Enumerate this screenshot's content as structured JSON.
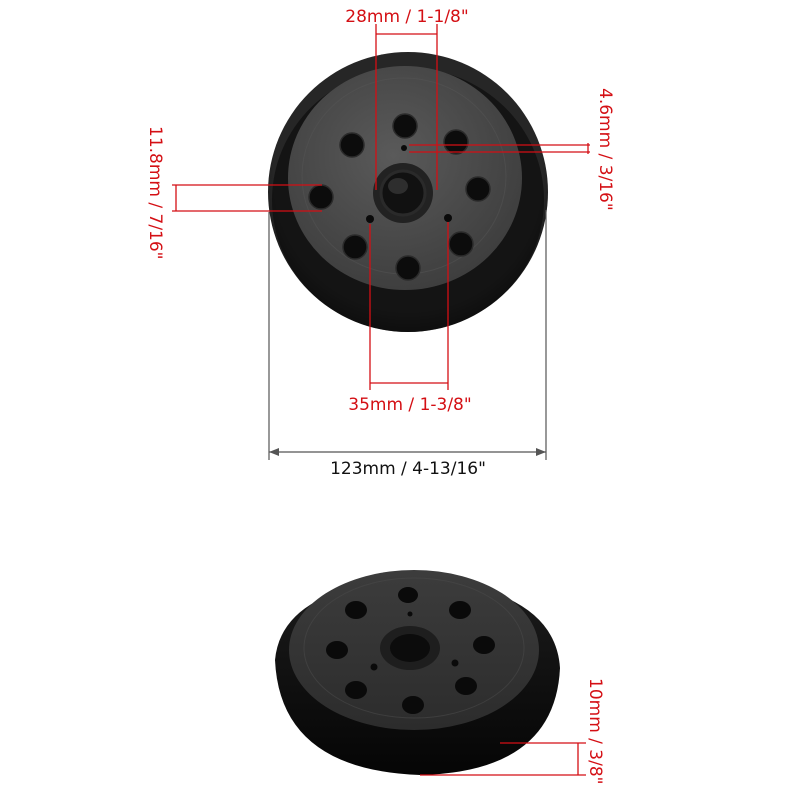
{
  "colors": {
    "dimension": "#d40f14",
    "guide_line": "#555555",
    "pad_rim": "#161616",
    "pad_face": "#4a4a4a",
    "hub": "#1a1a1a",
    "hole": "#0c0c0c"
  },
  "labels": {
    "hub_width": "28mm / 1-1/8\"",
    "center_hole": "4.6mm / 3/16\"",
    "hole_diameter": "11.8mm / 7/16\"",
    "screw_spacing": "35mm / 1-3/8\"",
    "pad_diameter": "123mm / 4-13/16\"",
    "pad_thickness": "10mm / 3/8\""
  },
  "product": {
    "hole_count": 8,
    "screw_hole_count": 2
  }
}
